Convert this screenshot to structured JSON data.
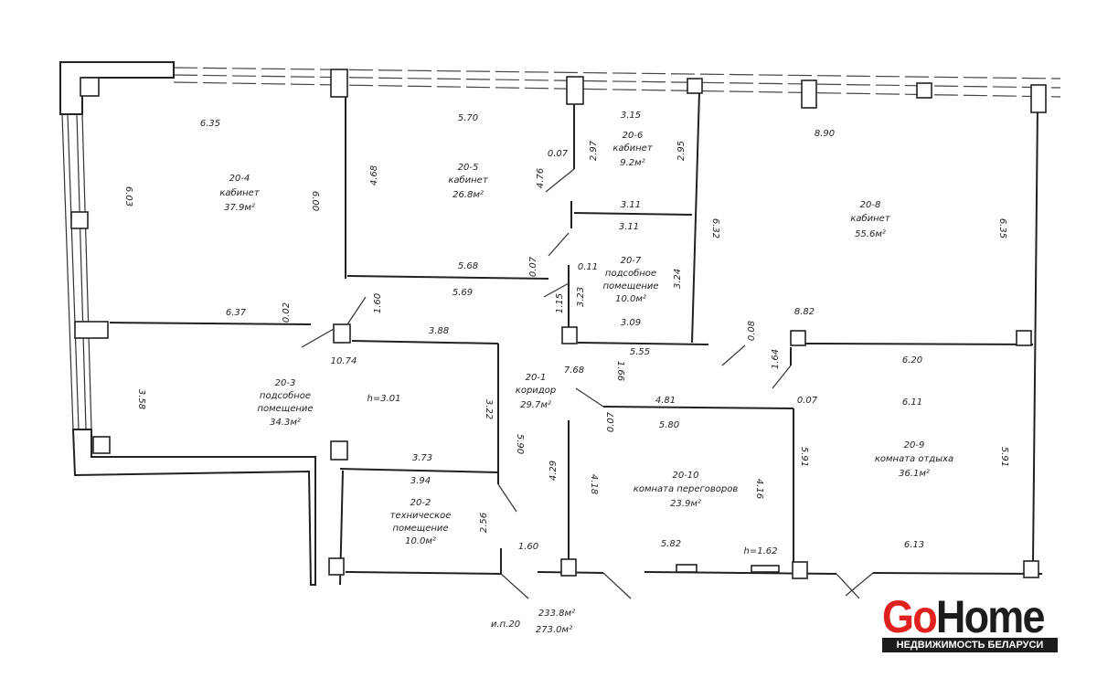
{
  "rooms": [
    {
      "id": "20-4",
      "name": [
        "кабинет"
      ],
      "area": "37.9м²"
    },
    {
      "id": "20-5",
      "name": [
        "кабинет"
      ],
      "area": "26.8м²"
    },
    {
      "id": "20-6",
      "name": [
        "кабинет"
      ],
      "area": "9.2м²"
    },
    {
      "id": "20-7",
      "name": [
        "подсобное",
        "помещение"
      ],
      "area": "10.0м²"
    },
    {
      "id": "20-8",
      "name": [
        "кабинет"
      ],
      "area": "55.6м²"
    },
    {
      "id": "20-3",
      "name": [
        "подсобное",
        "помещение"
      ],
      "area": "34.3м²"
    },
    {
      "id": "20-2",
      "name": [
        "техническое",
        "помещение"
      ],
      "area": "10.0м²"
    },
    {
      "id": "20-1",
      "name": [
        "коридор"
      ],
      "area": "29.7м²"
    },
    {
      "id": "20-10",
      "name": [
        "комната переговоров"
      ],
      "area": "23.9м²"
    },
    {
      "id": "20-9",
      "name": [
        "комната отдыха"
      ],
      "area": "36.1м²"
    }
  ],
  "heights": [
    "h=3.01",
    "h=1.62"
  ],
  "dims": [
    "6.35",
    "6.03",
    "6.00",
    "6.37",
    "0.02",
    "4.68",
    "5.70",
    "5.68",
    "5.69",
    "0.07",
    "1.60",
    "0.07",
    "4.76",
    "2.97",
    "3.15",
    "2.95",
    "3.11",
    "3.11",
    "0.11",
    "3.23",
    "1.15",
    "3.24",
    "3.09",
    "5.55",
    "6.32",
    "8.90",
    "6.35",
    "8.82",
    "0.08",
    "1.64",
    "6.20",
    "3.88",
    "10.74",
    "3.58",
    "3.22",
    "5.90",
    "3.73",
    "3.94",
    "2.56",
    "1.60",
    "7.68",
    "1.66",
    "4.29",
    "4.18",
    "0.07",
    "4.81",
    "0.07",
    "5.80",
    "4.16",
    "5.82",
    "6.11",
    "5.91",
    "5.91",
    "6.13"
  ],
  "totals": {
    "unit": "и.п.20",
    "area_main": "233.8м²",
    "area_total": "273.0м²"
  },
  "logo": {
    "go": "Go",
    "home": "Home",
    "tagline": "НЕДВИЖИМОСТЬ БЕЛАРУСИ"
  }
}
